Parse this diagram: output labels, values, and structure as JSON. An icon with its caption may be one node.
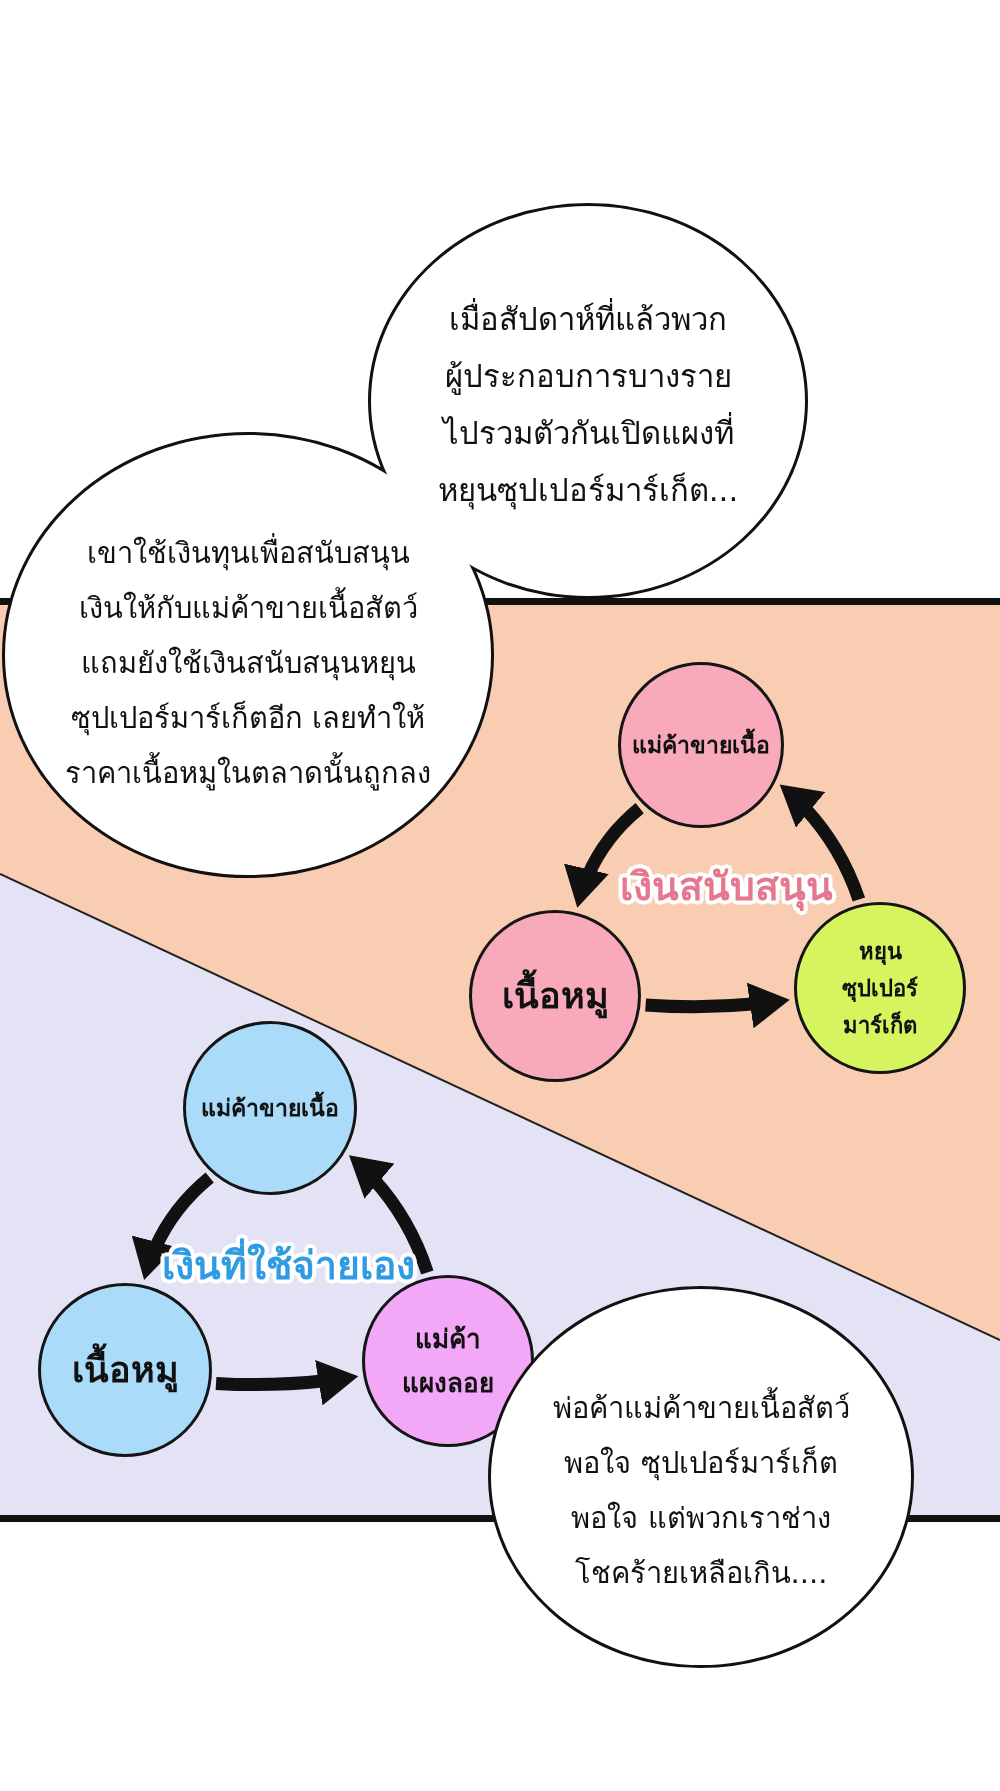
{
  "diagram": {
    "nodes": [
      {
        "text": [
          "เมื่อสัปดาห์ที่แล้วพวกผู้ประกอบการบางรายไปรวมตัวกันเปิดแผงที่หยุนซุปเปอร์มาร์เก็ต..."
        ]
      },
      {
        "text": [
          "เขาใช้เงินทุนเพื่อสนับสนุนเงินให้กับแม่ค้าขายเนื้อสัตว์แถมยังใช้เงินสนับสนุนหยุนซุปเปอร์มาร์เก็ตอีก เลยทำให้ราคาเนื้อหมูในตลาดนั้นถูกลง"
        ]
      },
      {
        "text": [
          "แม่ค้าขายเนื้อ"
        ]
      },
      {
        "text": [
          "เนื้อหมู"
        ]
      },
      {
        "text": [
          "หยุนซุปเปอร์มาร์เก็ต"
        ]
      },
      {
        "text": [
          "แม่ค้าขายเนื้อ"
        ]
      },
      {
        "text": [
          "เนื้อหมู"
        ]
      },
      {
        "text": [
          "แม่ค้าแผงลอย"
        ]
      },
      {
        "text": [
          "พ่อค้าแม่ค้าขายเนื้อสัตว์พอใจ ซุปเปอร์มาร์เก็ตพอใจ แต่พวกเราช่างโชคร้ายเหลือเกิน...."
        ]
      }
    ],
    "edges": [
      {
        "from": 2,
        "to": 3,
        "arrow": "to"
      },
      {
        "from": 3,
        "to": 4,
        "arrow": "to"
      },
      {
        "from": 4,
        "to": 2,
        "arrow": "to"
      },
      {
        "from": 5,
        "to": 6,
        "arrow": "to"
      },
      {
        "from": 6,
        "to": 7,
        "arrow": "to"
      },
      {
        "from": 7,
        "to": 5,
        "arrow": "to"
      }
    ],
    "labels": [
      "เงินสนับสนุน",
      "เงินที่ใช้จ่ายเอง"
    ]
  }
}
